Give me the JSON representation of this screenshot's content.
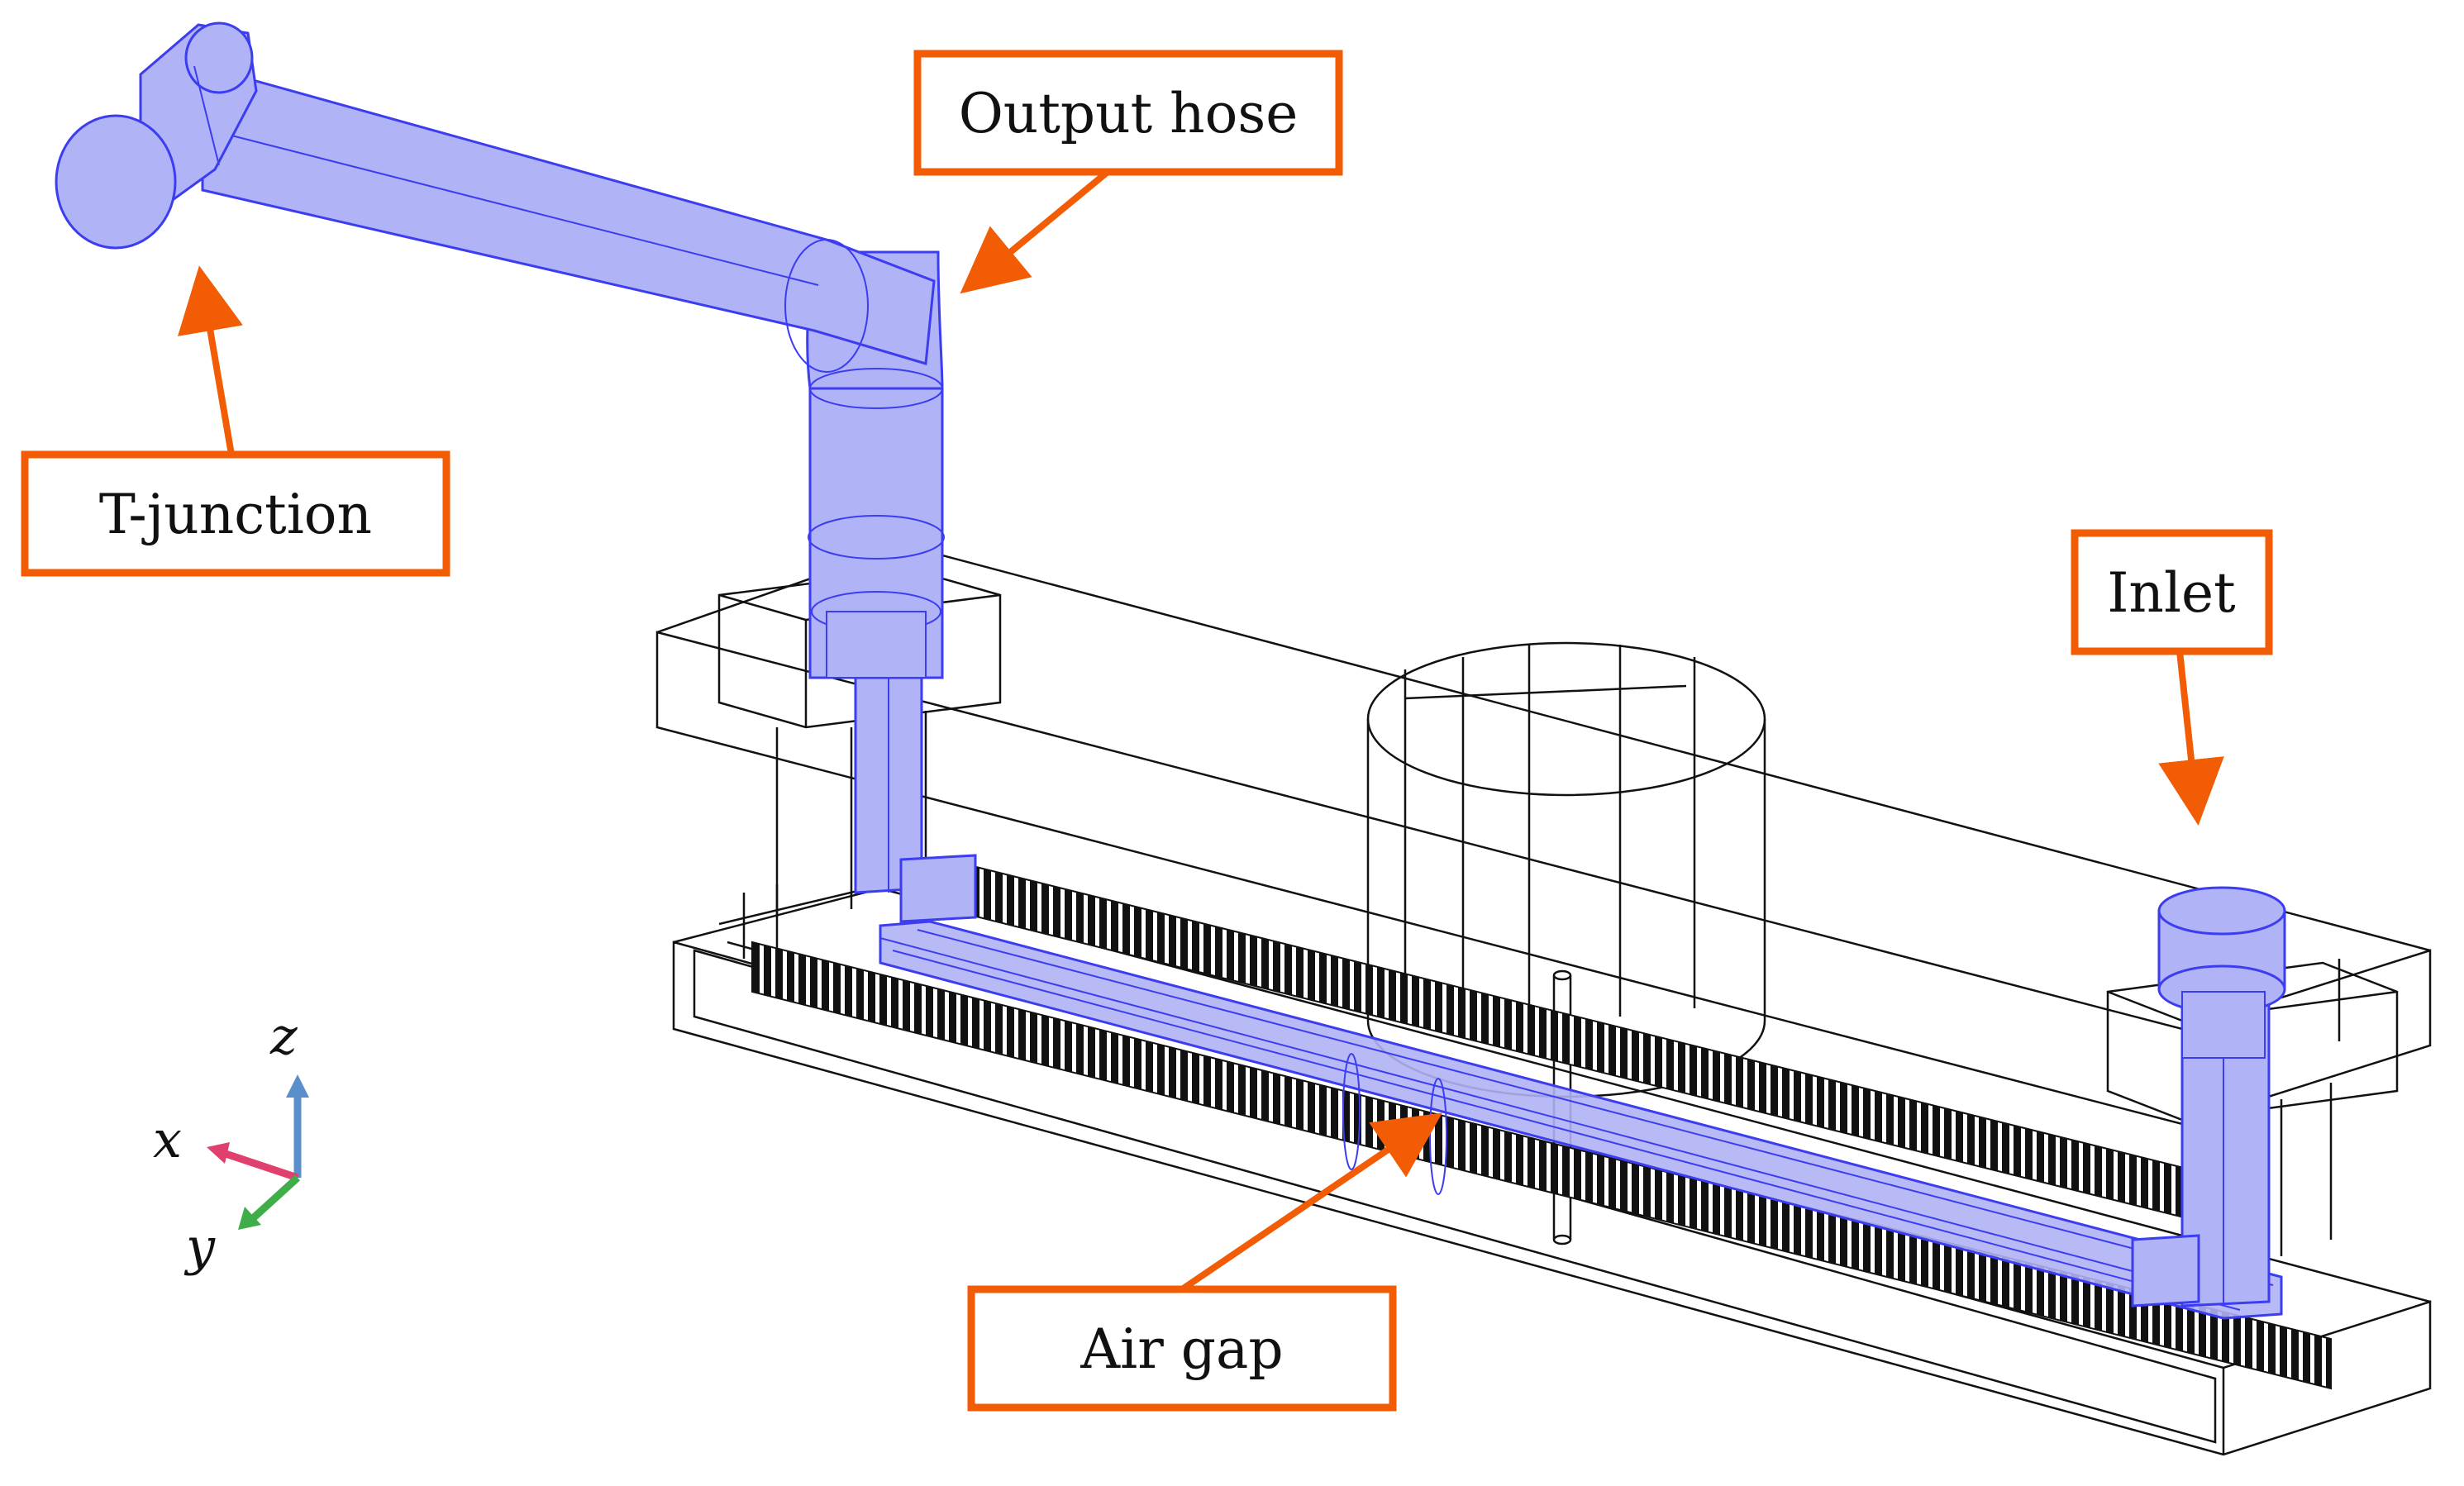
{
  "callouts": {
    "t_junction": "T-junction",
    "output_hose": "Output hose",
    "inlet": "Inlet",
    "air_gap": "Air gap"
  },
  "triad": {
    "x": "x",
    "y": "y",
    "z": "z"
  },
  "colors": {
    "callout_border": "#f25c05",
    "arrow": "#f25c05",
    "fluid_fill": "#b0b3f5",
    "fluid_edge": "#3c3cf0",
    "wireframe": "#111111",
    "triad_x": "#e0406e",
    "triad_y": "#3fae49",
    "triad_z": "#5b8fcc"
  }
}
